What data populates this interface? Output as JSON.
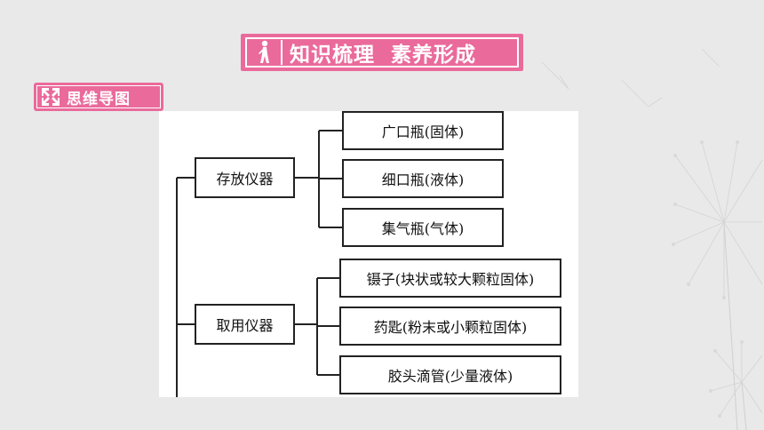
{
  "header": {
    "title": "知识梳理  素养形成",
    "section_label": "思维导图"
  },
  "mindmap": {
    "groups": [
      {
        "label": "存放仪器",
        "children": [
          "广口瓶(固体)",
          "细口瓶(液体)",
          "集气瓶(气体)"
        ]
      },
      {
        "label": "取用仪器",
        "children": [
          "镊子(块状或较大颗粒固体)",
          "药匙(粉末或小颗粒固体)",
          "胶头滴管(少量液体)"
        ]
      }
    ]
  },
  "colors": {
    "accent": "#ea6a9b",
    "background": "#e9e9e9",
    "line": "#222222"
  },
  "icons": [
    "walking-figure-icon",
    "mind-map-arrows-icon",
    "dandelion-decoration"
  ]
}
